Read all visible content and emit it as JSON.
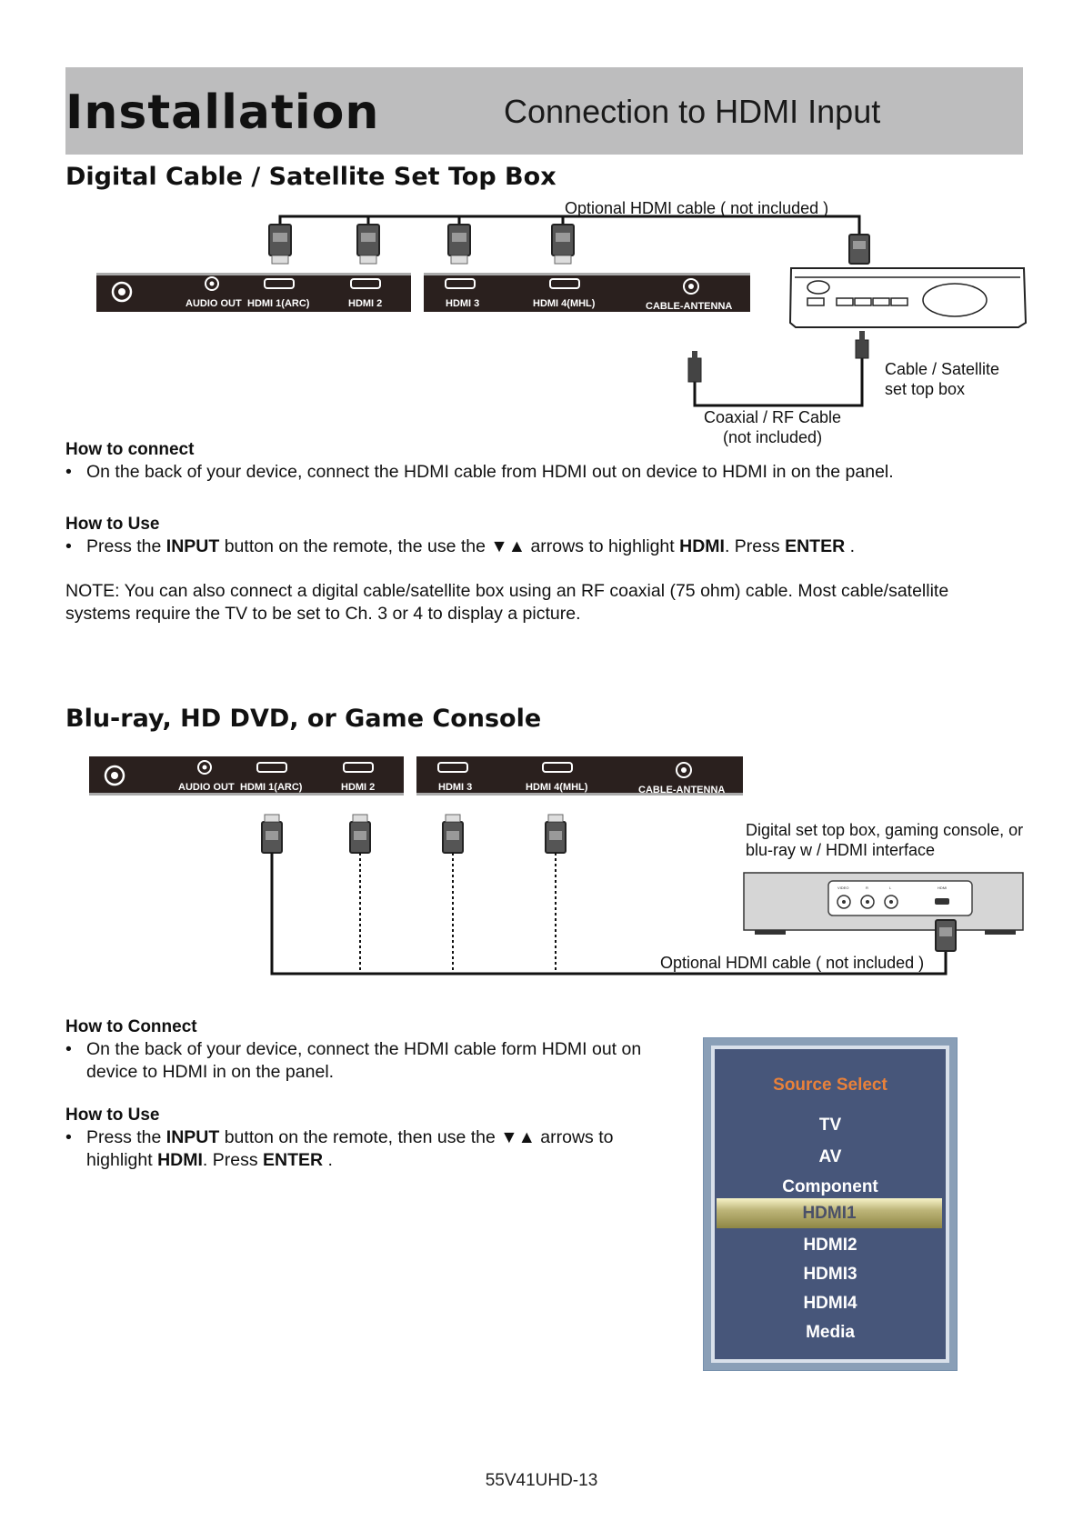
{
  "header": {
    "title": "Installation",
    "subtitle": "Connection to HDMI Input"
  },
  "panel_labels": {
    "audio_out": "AUDIO OUT",
    "hdmi1": "HDMI 1(ARC)",
    "hdmi2": "HDMI 2",
    "hdmi3": "HDMI 3",
    "hdmi4": "HDMI 4(MHL)",
    "cable_antenna": "CABLE-ANTENNA"
  },
  "section1": {
    "title": "Digital Cable / Satellite Set Top Box",
    "hdmi_cable_label": "Optional HDMI cable ( not included )",
    "stb_label_line1": "Cable / Satellite",
    "stb_label_line2": "set top box",
    "coax_label_line1": "Coaxial / RF Cable",
    "coax_label_line2": "(not included)",
    "connect_heading": "How to connect",
    "connect_bullet": "On the back of your device, connect the HDMI cable from HDMI out on device to HDMI in on the panel.",
    "use_heading": "How to Use",
    "use_bullet": {
      "t1": "Press the ",
      "b1": "INPUT",
      "t2": " button on the remote, the use the ",
      "arrows": "▼▲",
      "t3": " arrows to highlight ",
      "b2": "HDMI",
      "t4": ". Press ",
      "b3": "ENTER",
      "t5": " ."
    },
    "note_line1": "NOTE: You can also connect a digital cable/satellite box using an RF coaxial (75 ohm) cable.  Most cable/satellite",
    "note_line2": "systems require the TV to be set to Ch. 3 or 4 to display a picture."
  },
  "section2": {
    "title": "Blu-ray, HD DVD, or Game Console",
    "device_label_line1": "Digital set top box, gaming console, or",
    "device_label_line2": "blu-ray w / HDMI interface",
    "hdmi_cable_label": "Optional HDMI cable ( not included )",
    "device_port_labels": {
      "video": "VIDEO",
      "r": "R",
      "l": "L",
      "hdmi": "HDMI"
    },
    "connect_heading": "How to Connect",
    "connect_line1": "On the back of your device, connect the HDMI cable form HDMI out on",
    "connect_line2": "device to HDMI in on the panel.",
    "use_heading": "How to Use",
    "use_line1": {
      "t1": "Press the ",
      "b1": "INPUT",
      "t2": " button on the remote, then use the ",
      "arrows": "▼▲",
      "t3": " arrows to"
    },
    "use_line2": {
      "t1": "highlight ",
      "b1": "HDMI",
      "t2": ".  Press ",
      "b2": "ENTER",
      "t3": " ."
    }
  },
  "source_menu": {
    "title": "Source Select",
    "items": [
      "TV",
      "AV",
      "Component",
      "HDMI1",
      "HDMI2",
      "HDMI3",
      "HDMI4",
      "Media"
    ],
    "selected": "HDMI1",
    "colors": {
      "background": "#47567a",
      "title": "#e9813a",
      "highlight": "#bdb579"
    }
  },
  "footer": {
    "model_page": "55V41UHD-13"
  }
}
